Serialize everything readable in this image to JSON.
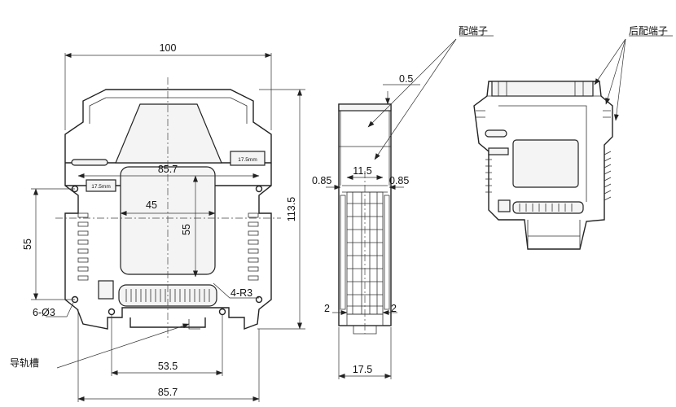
{
  "dimensions": {
    "front_width": "100",
    "inner_width_top": "85.7",
    "inner_width_bottom": "85.7",
    "window_width": "45",
    "window_height": "55",
    "left_height": "55",
    "overall_height": "113.5",
    "hole_spacing": "53.5",
    "holes": "6-Ø3",
    "radius": "4-R3",
    "side_width": "17.5",
    "terminal_offset": "0.5",
    "terminal_width": "11.5",
    "side_gap_left": "0.85",
    "side_gap_right": "0.85",
    "bottom_gap_left": "2",
    "bottom_gap_right": "2"
  },
  "labels": {
    "terminal": "配端子",
    "rear_terminal": "后配端子",
    "rail_slot": "导轨槽",
    "width_tag_upper": "17.5mm",
    "width_tag_lower": "17.5mm"
  }
}
